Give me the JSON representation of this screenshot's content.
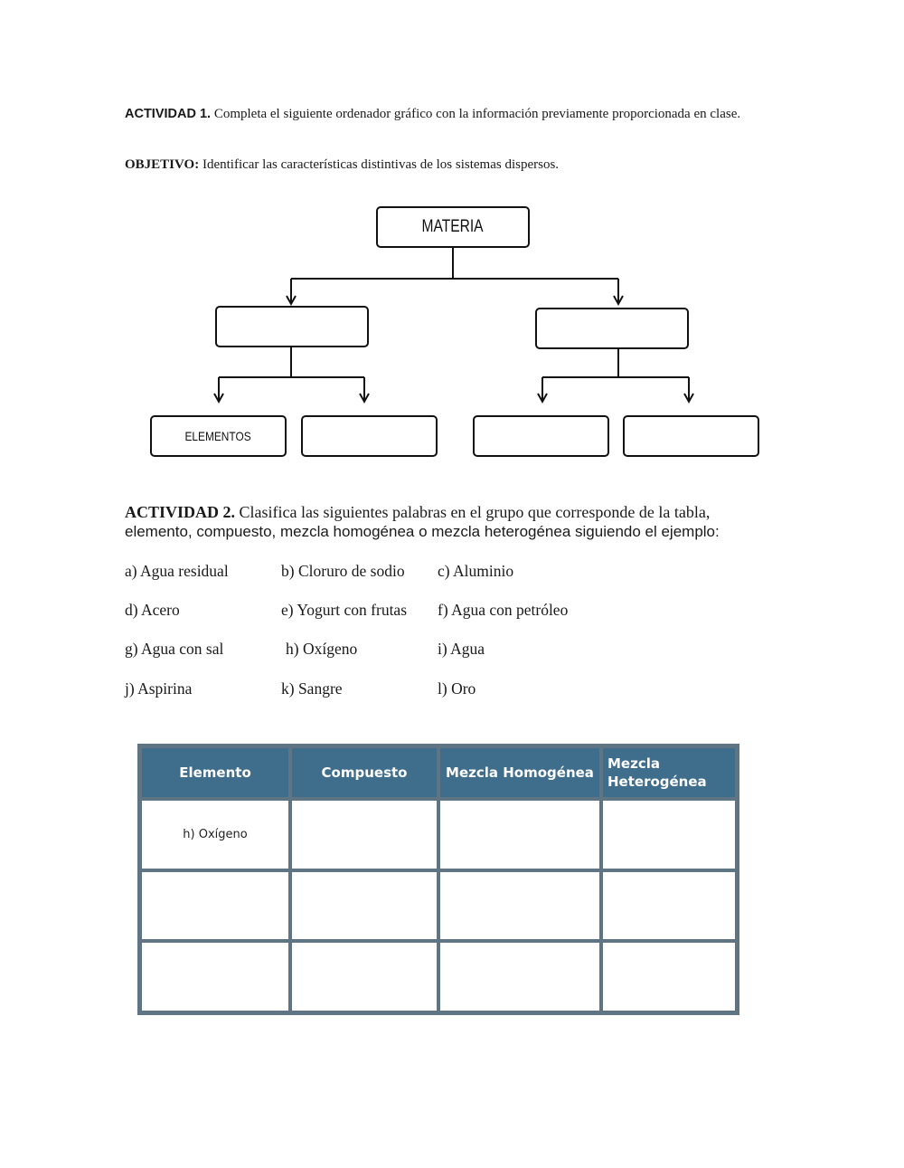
{
  "activity1": {
    "label": "ACTIVIDAD 1.",
    "text": "Completa el siguiente ordenador gráfico con la información previamente proporcionada en clase."
  },
  "objective": {
    "label": "OBJETIVO:",
    "text": "Identificar las características distintivas de los sistemas dispersos."
  },
  "concept_map": {
    "root": "MATERIA",
    "level1": [
      "",
      ""
    ],
    "level2": [
      "ELEMENTOS",
      "",
      "",
      ""
    ]
  },
  "activity2": {
    "label": "ACTIVIDAD 2.",
    "text_serif": "Clasifica las siguientes palabras en el grupo que corresponde de la tabla,",
    "text_sans": "elemento, compuesto, mezcla homogénea o mezcla heterogénea siguiendo el ejemplo:"
  },
  "words": [
    [
      "a) Agua residual",
      "b) Cloruro de sodio",
      "c) Aluminio"
    ],
    [
      "d) Acero",
      "e) Yogurt con frutas",
      "f) Agua con petróleo"
    ],
    [
      "g) Agua con sal",
      "h) Oxígeno",
      "i) Agua"
    ],
    [
      "j) Aspirina",
      "k) Sangre",
      "l) Oro"
    ]
  ],
  "table": {
    "headers": [
      "Elemento",
      "Compuesto",
      "Mezcla Homogénea",
      "Mezcla Heterogénea"
    ],
    "rows": [
      [
        "h) Oxígeno",
        "",
        "",
        ""
      ],
      [
        "",
        "",
        "",
        ""
      ],
      [
        "",
        "",
        "",
        ""
      ]
    ],
    "header_color": "#3f6d8c",
    "border_color": "#607583"
  }
}
